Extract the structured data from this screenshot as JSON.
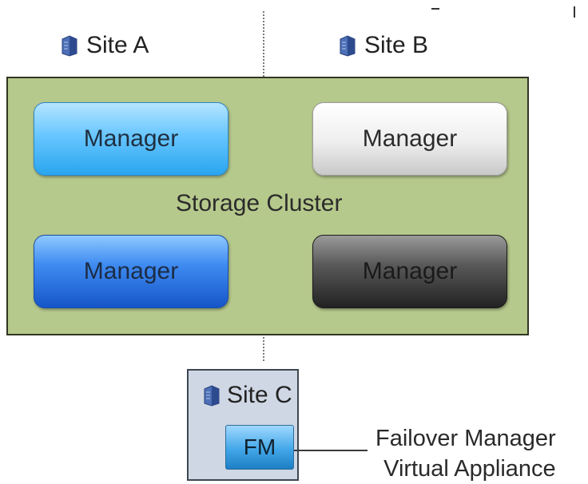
{
  "sites": {
    "site_a": {
      "label": "Site A",
      "icon": "server-icon"
    },
    "site_b": {
      "label": "Site B",
      "icon": "server-icon"
    },
    "site_c": {
      "label": "Site C",
      "icon": "server-icon"
    }
  },
  "cluster": {
    "label": "Storage Cluster",
    "color": "#b6c98c",
    "managers": [
      {
        "label": "Manager",
        "color": "#29a5ee"
      },
      {
        "label": "Manager",
        "color": "#dcdcdc"
      },
      {
        "label": "Manager",
        "color": "#1655c9"
      },
      {
        "label": "Manager",
        "color": "#3a3a3a"
      }
    ]
  },
  "failover": {
    "fm_label": "FM",
    "description_line1": "Failover Manager",
    "description_line2": "Virtual Appliance",
    "box_color": "#cfd7e4"
  }
}
